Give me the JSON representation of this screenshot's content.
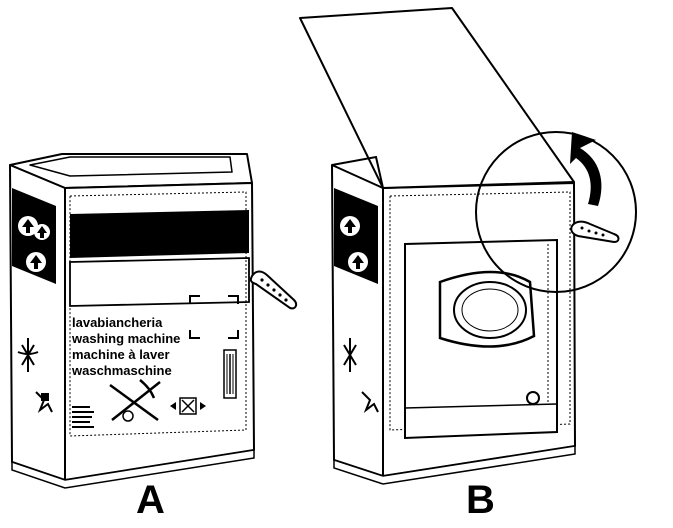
{
  "panels": [
    {
      "id": "A",
      "label": "A"
    },
    {
      "id": "B",
      "label": "B"
    }
  ],
  "box_text": {
    "lines": [
      "lavabiancheria",
      "washing machine",
      "machine à laver",
      "waschmaschine"
    ]
  },
  "colors": {
    "ink": "#000000",
    "paper": "#ffffff"
  },
  "icons": [
    "up-arrow-icon",
    "fragile-icon",
    "keep-dry-icon",
    "rotate-arrow-icon",
    "key-tool-icon",
    "recycle-icon"
  ]
}
